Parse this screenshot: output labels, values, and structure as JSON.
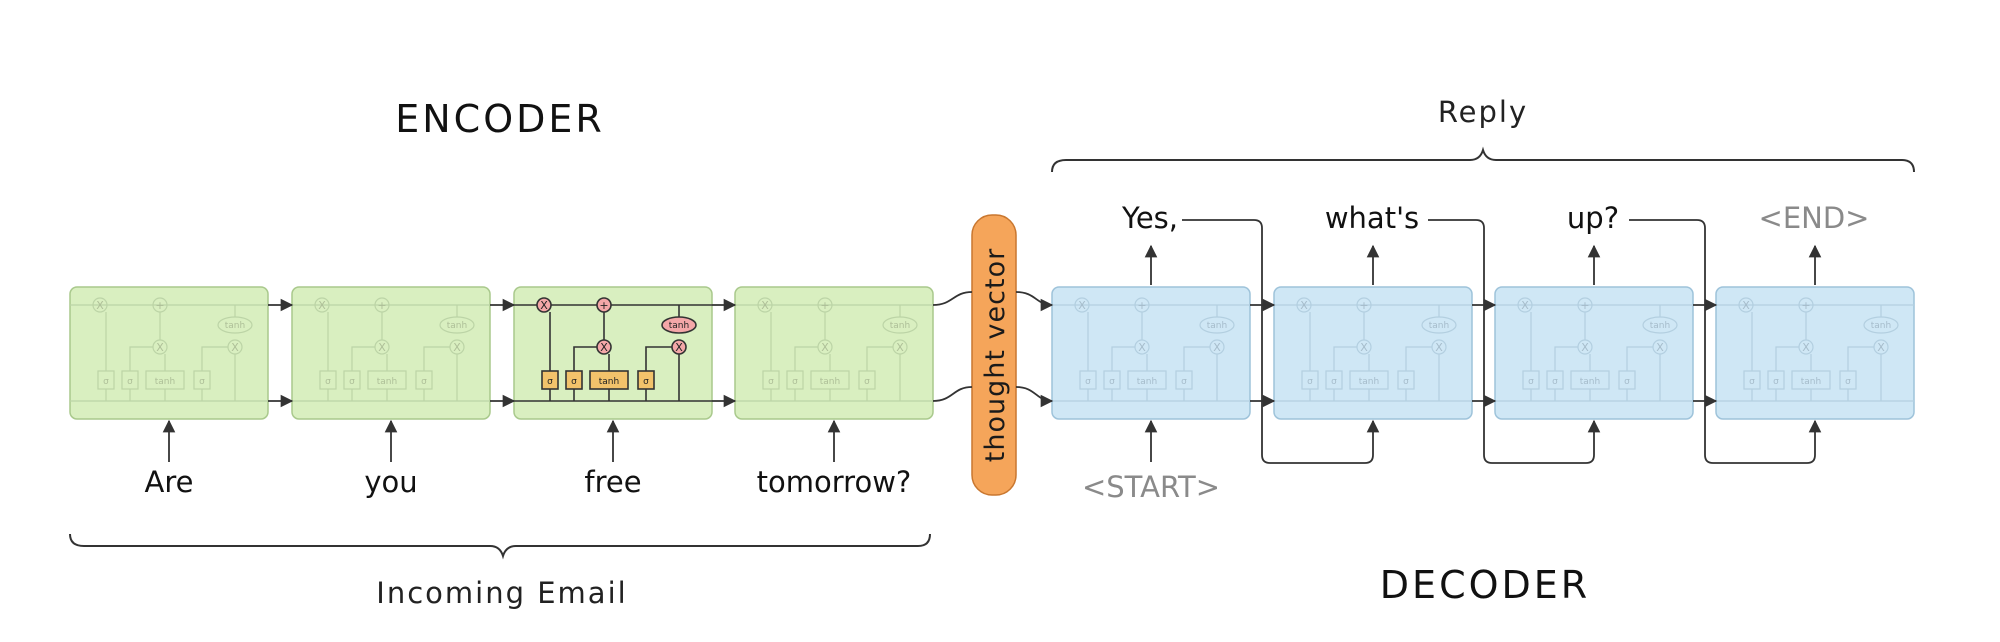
{
  "encoder_title": "ENCODER",
  "decoder_title": "DECODER",
  "incoming_label": "Incoming Email",
  "reply_label": "Reply",
  "thought_vector": "thought vector",
  "input_words": [
    "Are",
    "you",
    "free",
    "tomorrow?"
  ],
  "start_token": "<START>",
  "output_words": [
    "Yes,",
    "what's",
    "up?",
    "<END>"
  ],
  "cell_ops": {
    "multiply": "X",
    "add": "+",
    "tanh": "tanh",
    "sigma": "σ"
  },
  "colors": {
    "encoder_cell": "#d9efc0",
    "decoder_cell": "#cfe7f5",
    "thought_vector": "#f5a55a",
    "highlight_gate": "#f2c26b",
    "highlight_op": "#f4a7a8"
  }
}
